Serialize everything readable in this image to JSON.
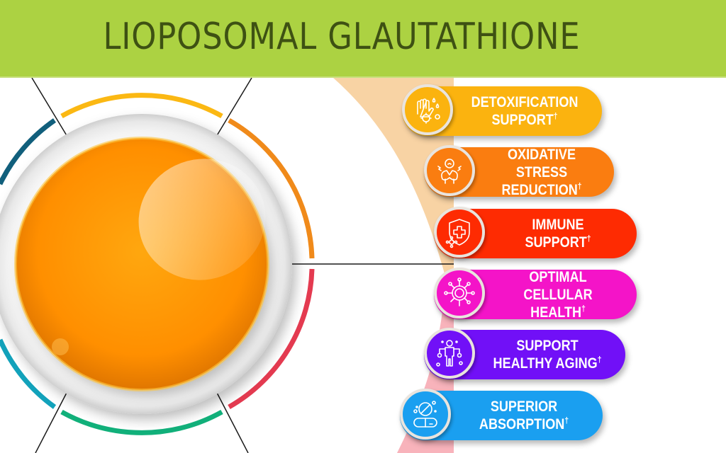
{
  "header": {
    "title": "LIOPOSOMAL GLAUTATHIONE",
    "background": "#acd242",
    "text_color": "#3e5113"
  },
  "center_graphic": {
    "description": "glossy orange sphere with segmented colored ring",
    "ring_segment_colors": [
      "#fbb813",
      "#f08a1a",
      "#e43a50",
      "#11b07a",
      "#12a2bb",
      "#115f7c"
    ]
  },
  "benefits": [
    {
      "line1": "DETOXIFICATION",
      "line2": "SUPPORT",
      "mark": "†",
      "icon": "hand-germ-drops-icon",
      "color": "#fbb30f"
    },
    {
      "line1": "OXIDATIVE STRESS",
      "line2": "REDUCTION",
      "mark": "†",
      "icon": "stressed-person-icon",
      "color": "#fa7d10"
    },
    {
      "line1": "IMMUNE",
      "line2": "SUPPORT",
      "mark": "†",
      "icon": "shield-cross-icon",
      "color": "#fe2b02"
    },
    {
      "line1": "OPTIMAL",
      "line2": "CELLULAR HEALTH",
      "mark": "†",
      "icon": "cell-virus-icon",
      "color": "#f414c8"
    },
    {
      "line1": "SUPPORT",
      "line2": "HEALTHY AGING",
      "mark": "†",
      "icon": "person-wellness-icon",
      "color": "#7110f7"
    },
    {
      "line1": "SUPERIOR",
      "line2": "ABSORPTION",
      "mark": "†",
      "icon": "pill-capsule-icon",
      "color": "#1a9ff0"
    }
  ]
}
